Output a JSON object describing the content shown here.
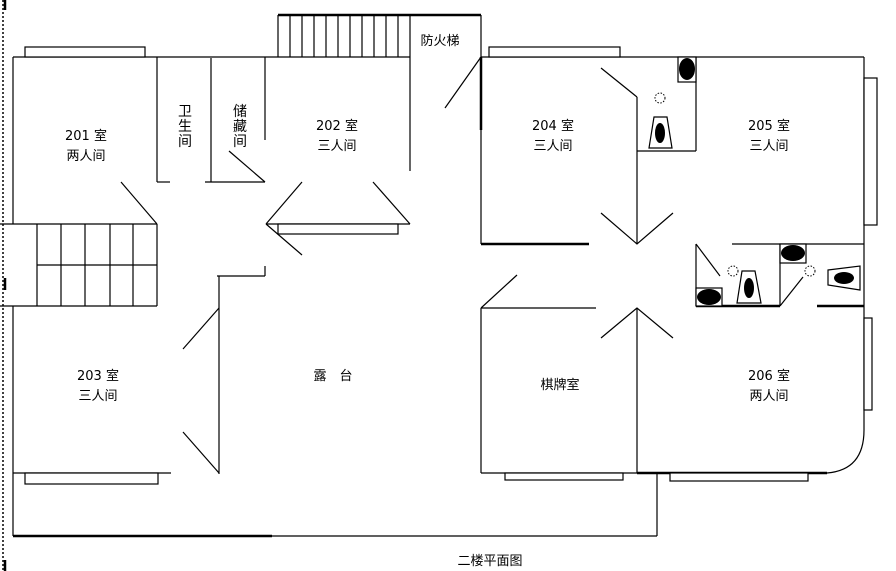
{
  "title": "二楼平面图",
  "rooms": {
    "r201": {
      "number": "201 室",
      "type": "两人间"
    },
    "r202": {
      "number": "202 室",
      "type": "三人间"
    },
    "r203": {
      "number": "203 室",
      "type": "三人间"
    },
    "r204": {
      "number": "204 室",
      "type": "三人间"
    },
    "r205": {
      "number": "205 室",
      "type": "三人间"
    },
    "r206": {
      "number": "206 室",
      "type": "两人间"
    },
    "bathroom": [
      "卫",
      "生",
      "间"
    ],
    "storage": [
      "储",
      "藏",
      "间"
    ],
    "terrace": "露　台",
    "card_room": "棋牌室",
    "fire_escape": "防火梯"
  }
}
